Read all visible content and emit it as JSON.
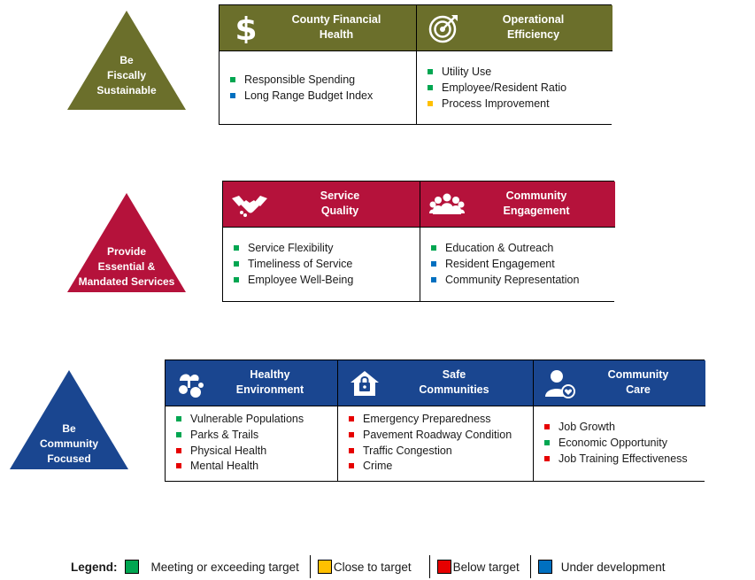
{
  "colors": {
    "green": "#00a651",
    "yellow": "#ffc000",
    "red": "#e60000",
    "blue": "#0070c0",
    "olive": "#6b6f2b",
    "crimson": "#b5123b",
    "navy": "#1a4690"
  },
  "rows": [
    {
      "triangle_label": "Be\nFiscally\nSustainable",
      "color": "#6b6f2b",
      "cards": [
        {
          "title": "County Financial\nHealth",
          "icon": "dollar-sign-icon",
          "items": [
            {
              "text": "Responsible Spending",
              "status": "green"
            },
            {
              "text": "Long Range Budget Index",
              "status": "blue"
            }
          ]
        },
        {
          "title": "Operational\nEfficiency",
          "icon": "target-icon",
          "items": [
            {
              "text": "Utility Use",
              "status": "green"
            },
            {
              "text": "Employee/Resident Ratio",
              "status": "green"
            },
            {
              "text": "Process Improvement",
              "status": "yellow"
            }
          ]
        }
      ]
    },
    {
      "triangle_label": "Provide\nEssential &\nMandated Services",
      "color": "#b5123b",
      "cards": [
        {
          "title": "Service\nQuality",
          "icon": "handshake-icon",
          "items": [
            {
              "text": "Service Flexibility",
              "status": "green"
            },
            {
              "text": "Timeliness of Service",
              "status": "green"
            },
            {
              "text": "Employee Well-Being",
              "status": "green"
            }
          ]
        },
        {
          "title": "Community\nEngagement",
          "icon": "group-icon",
          "items": [
            {
              "text": "Education & Outreach",
              "status": "green"
            },
            {
              "text": "Resident Engagement",
              "status": "blue"
            },
            {
              "text": "Community Representation",
              "status": "blue"
            }
          ]
        }
      ]
    },
    {
      "triangle_label": "Be\nCommunity\nFocused",
      "color": "#1a4690",
      "cards": [
        {
          "title": "Healthy\nEnvironment",
          "icon": "nature-icon",
          "items": [
            {
              "text": "Vulnerable Populations",
              "status": "green"
            },
            {
              "text": "Parks & Trails",
              "status": "green"
            },
            {
              "text": "Physical Health",
              "status": "red"
            },
            {
              "text": "Mental Health",
              "status": "red"
            }
          ]
        },
        {
          "title": "Safe\nCommunities",
          "icon": "house-lock-icon",
          "items": [
            {
              "text": "Emergency Preparedness",
              "status": "red"
            },
            {
              "text": "Pavement Roadway Condition",
              "status": "red"
            },
            {
              "text": "Traffic Congestion",
              "status": "red"
            },
            {
              "text": "Crime",
              "status": "red"
            }
          ]
        },
        {
          "title": "Community\nCare",
          "icon": "person-heart-icon",
          "items": [
            {
              "text": "Job Growth",
              "status": "red"
            },
            {
              "text": "Economic Opportunity",
              "status": "green"
            },
            {
              "text": "Job Training Effectiveness",
              "status": "red"
            }
          ]
        }
      ]
    }
  ],
  "legend": {
    "title": "Legend:",
    "items": [
      {
        "label": "Meeting or exceeding target",
        "status": "green"
      },
      {
        "label": "Close to target",
        "status": "yellow"
      },
      {
        "label": "Below target",
        "status": "red"
      },
      {
        "label": "Under development",
        "status": "blue"
      }
    ]
  }
}
